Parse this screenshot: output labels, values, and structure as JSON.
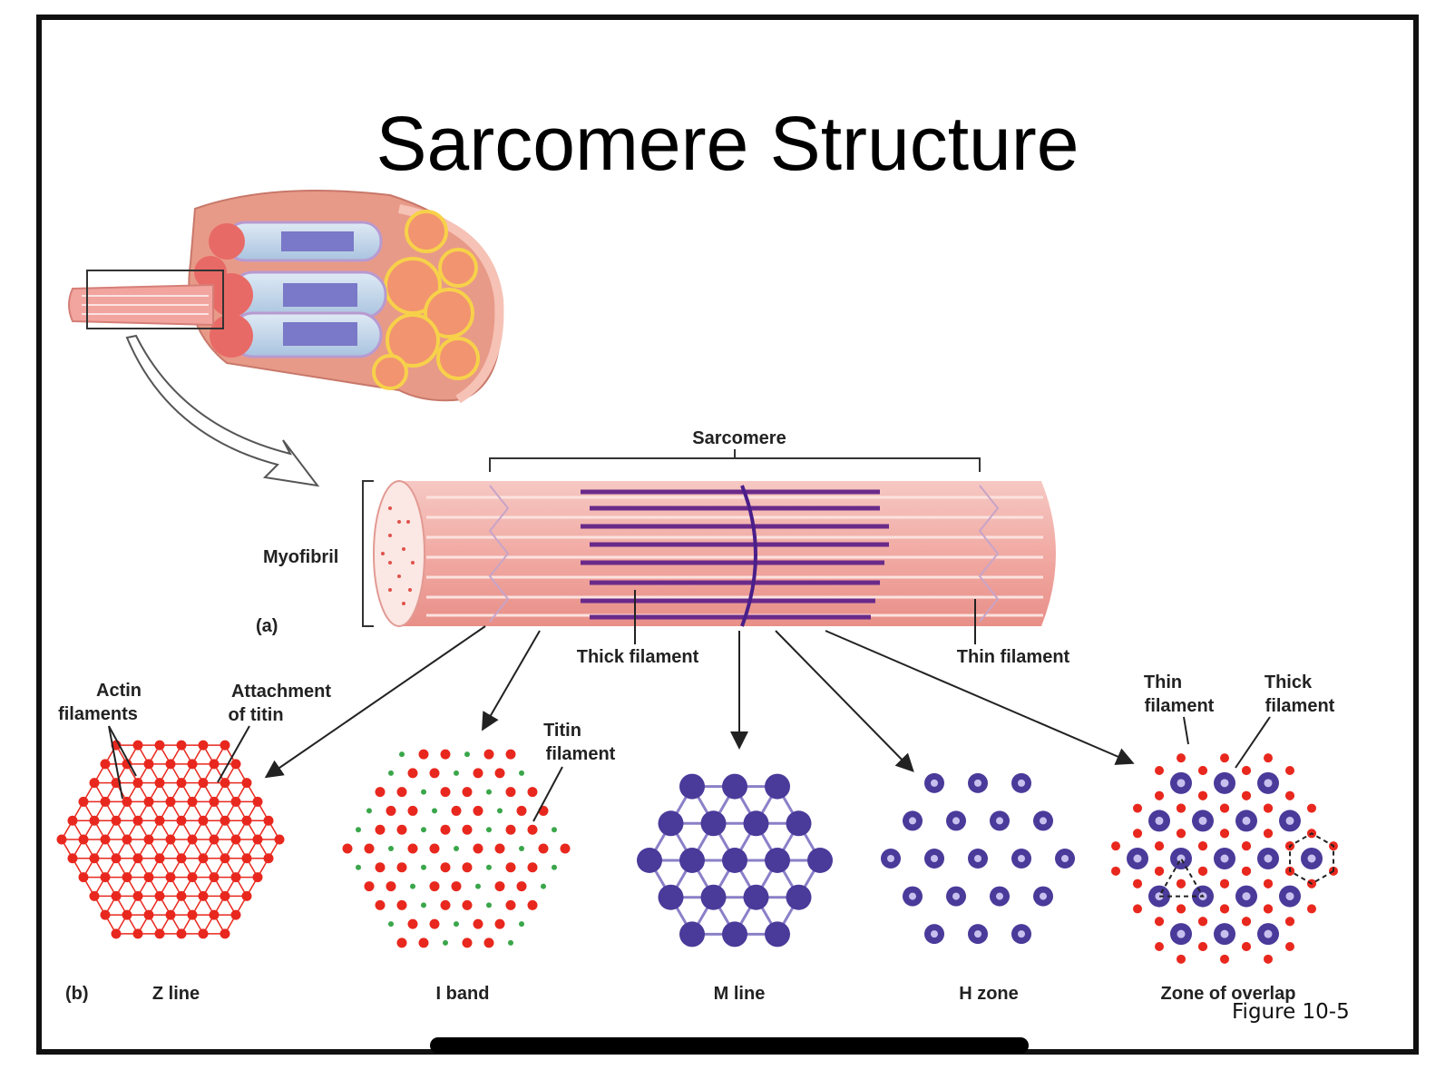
{
  "slide": {
    "title": "Sarcomere Structure",
    "figure_ref": "Figure 10-5"
  },
  "diagram": {
    "top_labels": {
      "sarcomere": "Sarcomere",
      "myofibril": "Myofibril",
      "panel_a": "(a)",
      "thick_filament": "Thick filament",
      "thin_filament": "Thin filament"
    },
    "panel_b": "(b)",
    "annotations": {
      "actin_line1": "Actin",
      "actin_line2": "filaments",
      "attach_line1": "Attachment",
      "attach_line2": "of titin",
      "titin_line1": "Titin",
      "titin_line2": "filament",
      "thin_line1": "Thin",
      "thin_line2": "filament",
      "thick_line1": "Thick",
      "thick_line2": "filament"
    },
    "sections": [
      "Z line",
      "I band",
      "M line",
      "H zone",
      "Zone of overlap"
    ],
    "colors": {
      "actin": "#e8281e",
      "myosin": "#4a3a9a",
      "titin": "#3aa64a",
      "fibril_pink": "#f2b3ae"
    }
  }
}
